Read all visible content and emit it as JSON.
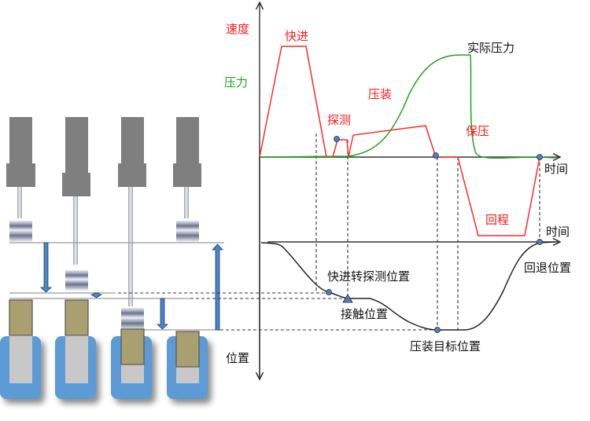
{
  "labels": {
    "speed_axis": "速度",
    "pressure_axis": "压力",
    "fast_advance": "快进",
    "probe": "探测",
    "press_fit": "压装",
    "actual_pressure": "实际压力",
    "hold_pressure": "保压",
    "return_stroke": "回程",
    "time_axis_top": "时间",
    "time_axis_bottom": "时间",
    "position_axis": "位置",
    "fast_to_probe_position": "快进转探测位置",
    "contact_position": "接触位置",
    "press_target_position": "压装目标位置",
    "retract_position": "回退位置"
  },
  "colors": {
    "speed": "#ff2a2a",
    "pressure": "#22a022",
    "position": "#222222",
    "marker": "#4f81bd",
    "ram": "#7f7f7f",
    "part": "#aa9f6e",
    "fixture": "#5b9bd5",
    "fixture_inner": "#c8c8c8",
    "arrow": "#4a86c8"
  },
  "chart_data": {
    "type": "line",
    "title": "",
    "panels": [
      {
        "name": "speed-pressure",
        "ylabel": [
          "速度",
          "压力"
        ],
        "xlabel": "时间",
        "phases": [
          "快进",
          "探测",
          "压装",
          "保压",
          "回程"
        ],
        "series": [
          {
            "name": "速度",
            "x": [
              0,
              0.12,
              0.31,
              0.37,
              0.4,
              0.45,
              0.47,
              0.49,
              0.51,
              0.55,
              0.92,
              0.97,
              0.98,
              1.12,
              1.15,
              1.34,
              1.42,
              1.5
            ],
            "y": [
              0,
              1.0,
              1.0,
              0,
              0,
              0.2,
              0.2,
              0.2,
              0,
              0.28,
              0.28,
              0,
              0,
              0,
              -0.65,
              -0.65,
              0,
              0
            ]
          },
          {
            "name": "实际压力",
            "x": [
              0,
              0.3,
              0.45,
              0.55,
              0.7,
              0.85,
              1.0,
              1.03,
              1.08,
              1.12,
              1.2,
              1.5
            ],
            "y": [
              0,
              0,
              0.02,
              0.08,
              0.35,
              0.75,
              0.94,
              0.94,
              0.94,
              0.25,
              0.0,
              0.0
            ]
          }
        ]
      },
      {
        "name": "position",
        "ylabel": "位置",
        "xlabel": "时间",
        "annotations": [
          "快进转探测位置",
          "接触位置",
          "压装目标位置",
          "回退位置"
        ],
        "series": [
          {
            "name": "位置",
            "x": [
              0,
              0.12,
              0.35,
              0.45,
              0.55,
              0.78,
              0.98,
              1.05,
              1.3,
              1.45,
              1.5
            ],
            "y": [
              0,
              0.02,
              0.58,
              0.65,
              0.65,
              0.82,
              1.0,
              1.0,
              0.4,
              0.0,
              0.0
            ]
          }
        ]
      }
    ]
  }
}
